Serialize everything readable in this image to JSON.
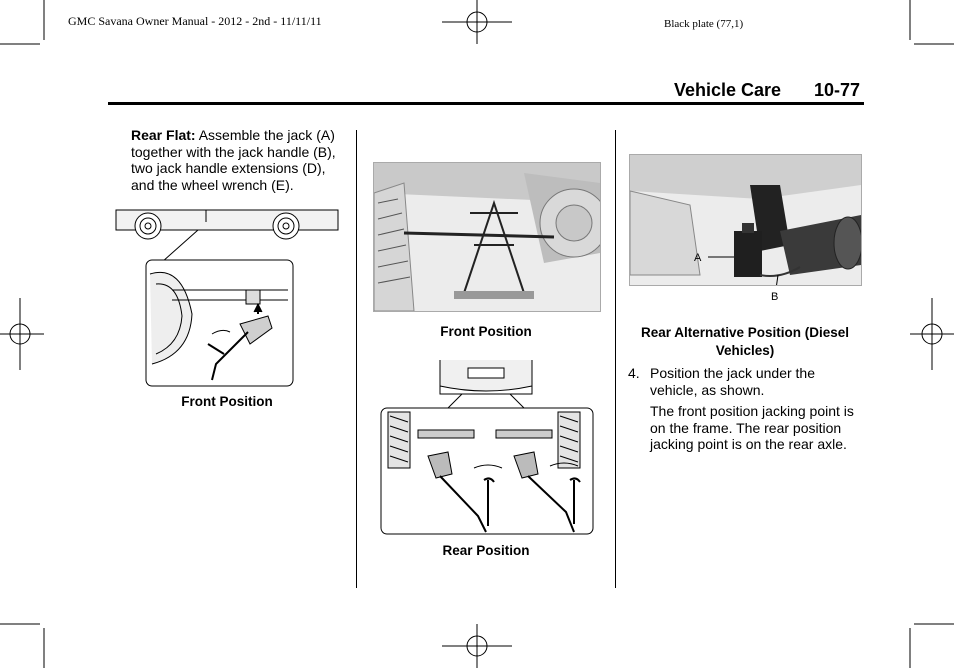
{
  "header": {
    "doc_info": "GMC Savana Owner Manual - 2012 - 2nd - 11/11/11",
    "plate_info": "Black plate (77,1)",
    "section_title": "Vehicle Care",
    "page_number": "10-77"
  },
  "column1": {
    "rear_flat_label": "Rear Flat:",
    "rear_flat_text_1": " Assemble the jack (A)",
    "rear_flat_text_2": "together with the jack handle (B),",
    "rear_flat_text_3": "two jack handle extensions (D),",
    "rear_flat_text_4": "and the wheel wrench (E).",
    "figure_caption": "Front Position"
  },
  "column2": {
    "figure1_caption": "Front Position",
    "figure2_caption": "Rear Position"
  },
  "column3": {
    "label_a": "A",
    "label_b": "B",
    "figure_caption_line1": "Rear Alternative Position (Diesel",
    "figure_caption_line2": "Vehicles)",
    "step_number": "4.",
    "step_line1": "Position the jack under the",
    "step_line2": "vehicle, as shown.",
    "note_line1": "The front position jacking point is",
    "note_line2": "on the frame. The rear position",
    "note_line3": "jacking point is on the rear axle."
  }
}
